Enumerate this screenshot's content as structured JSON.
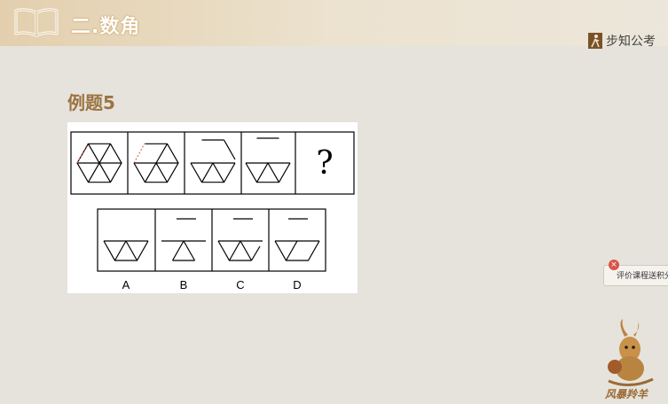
{
  "header": {
    "section_title": "二.数角",
    "brand": "步知公考"
  },
  "main": {
    "example_title": "例题5",
    "question_mark": "?",
    "option_labels": [
      "A",
      "B",
      "C",
      "D"
    ]
  },
  "feedback": {
    "label": "评价课程送积分",
    "close": "×"
  },
  "mascot": {
    "caption": "风暴羚羊"
  },
  "colors": {
    "accent": "#c79a54",
    "title_brown": "#9b7442",
    "hint_red": "#d9534f"
  }
}
